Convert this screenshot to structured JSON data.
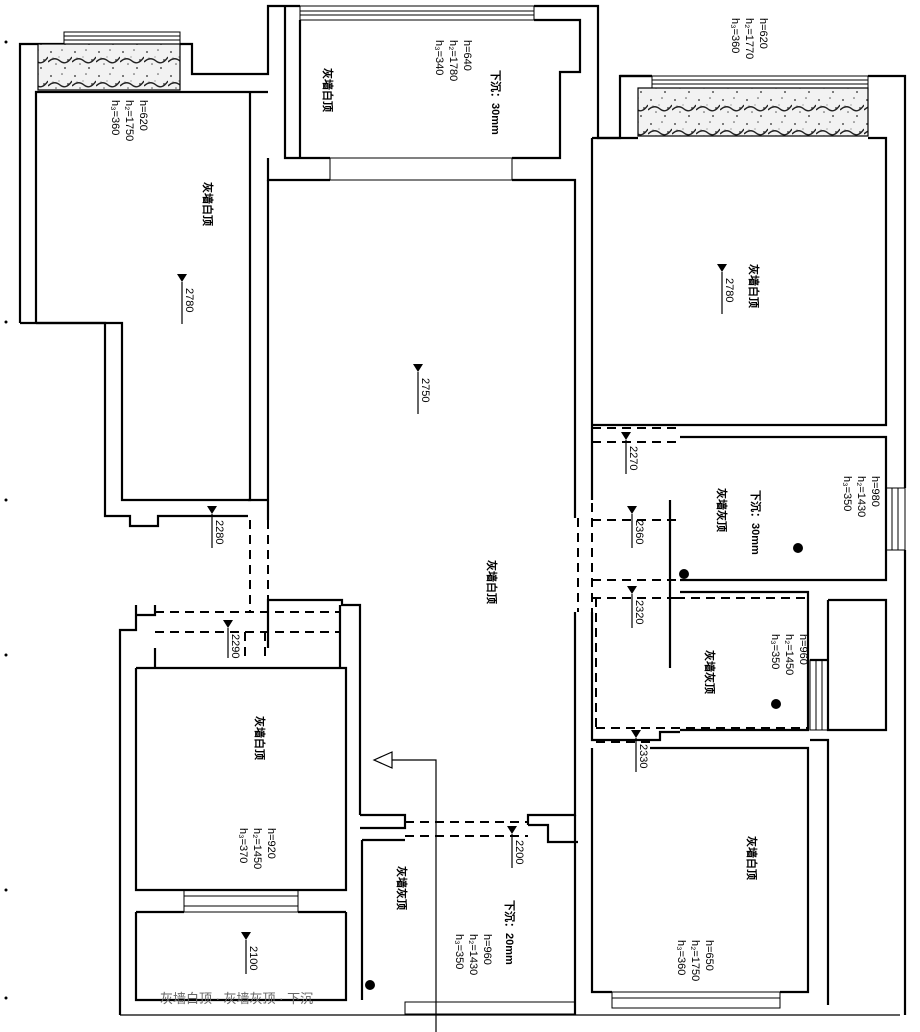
{
  "rooms": {
    "top_left": {
      "ceiling": "灰墙白顶",
      "elev": "2780",
      "h1": "h=620",
      "h2": "h₂=1750",
      "h3": "h₃=360"
    },
    "top_middle": {
      "ceiling": "灰墙白顶",
      "sink": "下沉：30mm",
      "h1": "h=640",
      "h2": "h₂=1780",
      "h3": "h₃=340"
    },
    "top_right": {
      "ceiling": "灰墙白顶",
      "elev": "2780",
      "h1": "h=620",
      "h2": "h₂=1770",
      "h3": "h₃=360"
    },
    "living": {
      "ceiling": "灰墙白顶",
      "elev": "2750"
    },
    "bath_upper": {
      "ceiling": "灰墙灰顶",
      "sink": "下沉：30mm",
      "h1": "h=980",
      "h2": "h₂=1430",
      "h3": "h₃=350"
    },
    "bath_lower": {
      "ceiling": "灰墙灰顶",
      "h1": "h=960",
      "h2": "h₂=1450",
      "h3": "h₃=350"
    },
    "bottom_left": {
      "ceiling": "灰墙白顶",
      "h1": "h=920",
      "h2": "h₂=1450",
      "h3": "h₃=370"
    },
    "bottom_middle": {
      "ceiling": "灰墙灰顶",
      "sink": "下沉：20mm",
      "h1": "h=960",
      "h2": "h₂=1430",
      "h3": "h₃=350"
    },
    "bottom_right": {
      "ceiling": "灰墙白顶",
      "h1": "h=650",
      "h2": "h₂=1750",
      "h3": "h₃=360"
    }
  },
  "markers": {
    "m2280": "2280",
    "m2270": "2270",
    "m2360": "2360",
    "m2320": "2320",
    "m2290": "2290",
    "m2330": "2330",
    "m2200": "2200",
    "m2100": "2100"
  },
  "caption": "灰墙白顶 · 灰墙灰顶 · 下沉"
}
